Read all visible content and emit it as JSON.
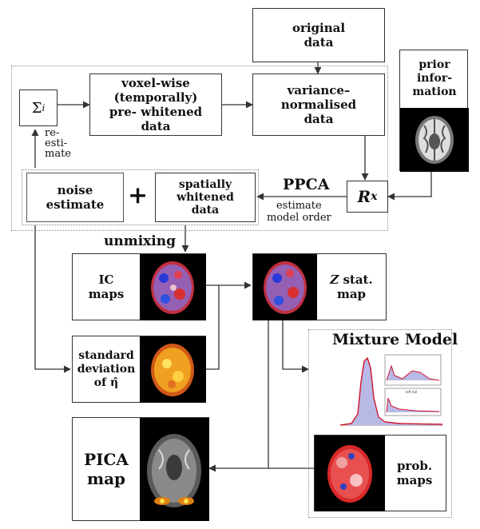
{
  "nodes": {
    "original_data": "original\ndata",
    "prior_information": "prior\ninfor-\nmation",
    "sigma": "Σ",
    "sigma_sub": "i",
    "voxel_wise": "voxel-wise\n(temporally)\npre- whitened\ndata",
    "variance_normalised": "variance–\nnormalised\ndata",
    "noise_estimate": "noise\nestimate",
    "plus": "+",
    "spatially_whitened": "spatially\nwhitened\ndata",
    "rx": "R",
    "rx_sub": "x",
    "ic_maps": "IC\nmaps",
    "z_stat_map_z": "Z",
    "z_stat_map": " stat.\nmap",
    "standard_deviation": "standard\ndeviation\nof η̂",
    "pica_map": "PICA\nmap",
    "prob_maps": "prob.\nmaps"
  },
  "labels": {
    "re_estimate": "re-\nesti-\nmate",
    "ppca": "PPCA",
    "estimate_model_order": "estimate\nmodel order",
    "unmixing": "unmixing",
    "mixture_model": "Mixture Model"
  },
  "chart_inset": {
    "small_title": "left tail"
  },
  "colors": {
    "line": "#333333",
    "dotted": "#888888",
    "histogram_fill": "#b9b9e6",
    "fit_curve": "#d0142c"
  }
}
